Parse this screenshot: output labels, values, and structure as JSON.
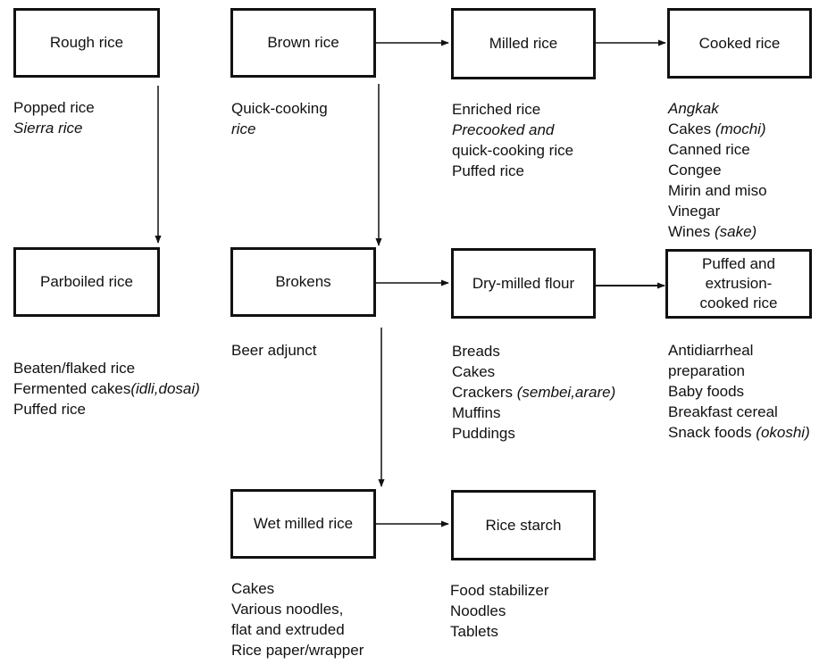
{
  "nodes": {
    "rough_rice": "Rough rice",
    "brown_rice": "Brown rice",
    "milled_rice": "Milled rice",
    "cooked_rice": "Cooked rice",
    "parboiled_rice": "Parboiled rice",
    "brokens": "Brokens",
    "dry_milled_flour": "Dry-milled flour",
    "puffed_extrusion_l1": "Puffed and",
    "puffed_extrusion_l2": "extrusion-",
    "puffed_extrusion_l3": "cooked rice",
    "wet_milled_rice": "Wet milled rice",
    "rice_starch": "Rice starch"
  },
  "products": {
    "rough_rice": [
      "Popped rice",
      "Sierra rice"
    ],
    "brown_rice": [
      "Quick-cooking",
      "rice"
    ],
    "milled_rice": [
      "Enriched rice",
      "Precooked and",
      "quick-cooking rice",
      "Puffed rice"
    ],
    "cooked_rice": {
      "angkak": "Angkak",
      "cakes": "Cakes ",
      "cakes_term": "(mochi)",
      "canned": "Canned rice",
      "congee": "Congee",
      "mirin": "Mirin and miso",
      "vinegar": "Vinegar",
      "wines": "Wines ",
      "wines_term": "(sake)"
    },
    "parboiled_rice": {
      "beaten": "Beaten/flaked rice",
      "fermented": "Fermented cakes",
      "fermented_term": "(idli,dosai)",
      "puffed": "Puffed rice"
    },
    "brokens": [
      "Beer adjunct"
    ],
    "dry_milled_flour": {
      "breads": "Breads",
      "cakes": "Cakes",
      "crackers": "Crackers ",
      "crackers_term": "(sembei,arare)",
      "muffins": "Muffins",
      "puddings": "Puddings"
    },
    "puffed_extrusion": {
      "antidiarrheal_l1": "Antidiarrheal",
      "antidiarrheal_l2": "preparation",
      "baby": "Baby foods",
      "breakfast": "Breakfast cereal",
      "snack": "Snack foods ",
      "snack_term": "(okoshi)"
    },
    "wet_milled_rice": [
      "Cakes",
      "Various noodles,",
      "flat and extruded",
      "Rice paper/wrapper"
    ],
    "rice_starch": [
      "Food stabilizer",
      "Noodles",
      "Tablets"
    ]
  }
}
